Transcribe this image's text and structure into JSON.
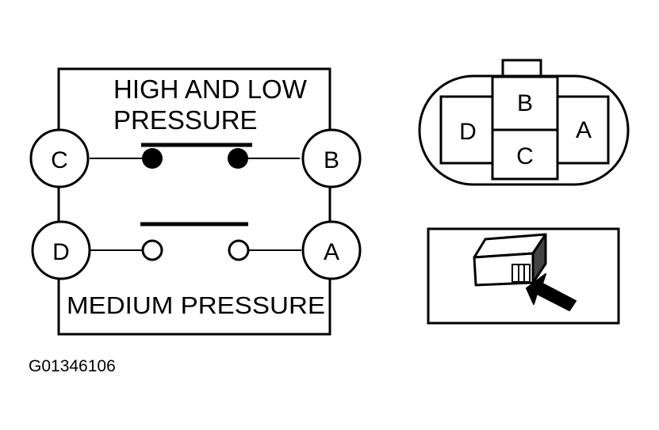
{
  "schematic": {
    "title_line1": "HIGH AND LOW",
    "title_line2": "PRESSURE",
    "bottom_label": "MEDIUM PRESSURE",
    "terminals": {
      "c": "C",
      "b": "B",
      "d": "D",
      "a": "A"
    }
  },
  "connector": {
    "pins": {
      "b": "B",
      "d": "D",
      "a": "A",
      "c": "C"
    }
  },
  "figure_id": "G01346106"
}
